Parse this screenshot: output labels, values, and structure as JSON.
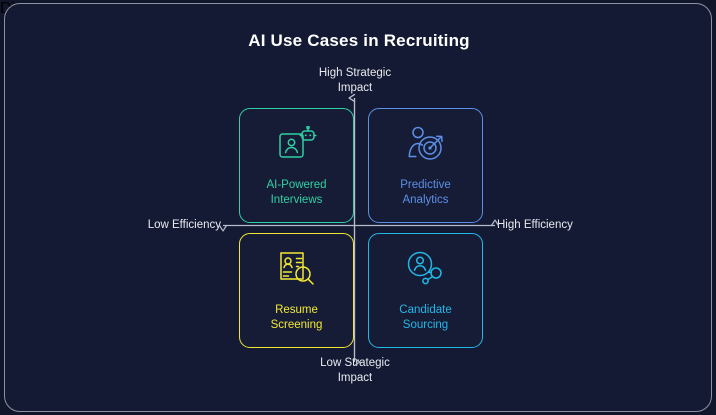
{
  "chart_data": {
    "type": "diagram",
    "subtype": "2x2-quadrant-matrix",
    "title": "AI Use Cases in Recruiting",
    "axes": {
      "vertical": {
        "top_label": "High Strategic\nImpact",
        "bottom_label": "Low Strategic\nImpact"
      },
      "horizontal": {
        "left_label": "Low Efficiency",
        "right_label": "High Efficiency"
      },
      "axis_color": "#b9bdca"
    },
    "quadrants": [
      {
        "position": "top-left",
        "label": "AI-Powered\nInterviews",
        "icon": "person-frame-robot-icon",
        "color": "#2fd0a5"
      },
      {
        "position": "top-right",
        "label": "Predictive\nAnalytics",
        "icon": "person-target-dart-icon",
        "color": "#5b8fe8"
      },
      {
        "position": "bottom-left",
        "label": "Resume\nScreening",
        "icon": "resume-magnifier-icon",
        "color": "#f2e833"
      },
      {
        "position": "bottom-right",
        "label": "Candidate\nSourcing",
        "icon": "candidate-network-icon",
        "color": "#21b8e8"
      }
    ],
    "background_color": "#141a33",
    "title_color": "#ffffff"
  }
}
